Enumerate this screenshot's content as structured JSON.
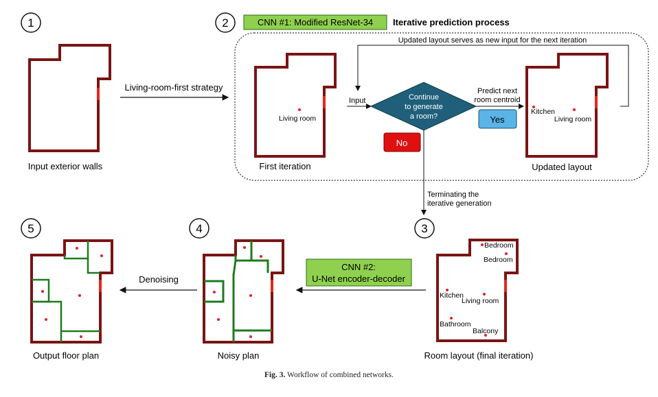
{
  "steps": {
    "step1": {
      "number": "1",
      "label": "Input exterior walls"
    },
    "step2": {
      "number": "2",
      "model_label": "CNN #1: Modified ResNet-34",
      "title": "Iterative prediction process",
      "feedback_label": "Updated layout serves as new input for the next iteration",
      "first_iteration_label": "First iteration",
      "first_iteration_room": "Living room",
      "input_label": "Input",
      "decision_lines": [
        "Continue",
        "to generate",
        "a room?"
      ],
      "predict_lines": [
        "Predict next",
        "room centroid"
      ],
      "yes_label": "Yes",
      "no_label": "No",
      "updated_layout_label": "Updated layout",
      "updated_rooms": [
        "Kitchen",
        "Living room"
      ]
    },
    "step3": {
      "number": "3",
      "terminate_lines": [
        "Terminating the",
        "iterative generation"
      ],
      "label": "Room layout (final iteration)",
      "rooms": [
        "Bedroom",
        "Bedroom",
        "Kitchen",
        "Living room",
        "Bathroom",
        "Balcony"
      ]
    },
    "step4": {
      "number": "4",
      "model_lines": [
        "CNN #2:",
        "U-Net encoder-decoder"
      ],
      "label": "Noisy plan"
    },
    "step5": {
      "number": "5",
      "denoising_label": "Denoising",
      "label": "Output floor plan"
    }
  },
  "arrow_labels": {
    "strategy": "Living-room-first strategy"
  },
  "caption": {
    "prefix": "Fig. 3.",
    "text": "Workflow of combined networks."
  },
  "colors": {
    "wall": "#7a1414",
    "door": "#e8261c",
    "green_box": "#8fd14f",
    "decision": "#1f5f7a",
    "yes": "#5ab4e6",
    "no": "#e01010",
    "room_wall": "#1e7a1e",
    "dot": "#e0202a"
  }
}
